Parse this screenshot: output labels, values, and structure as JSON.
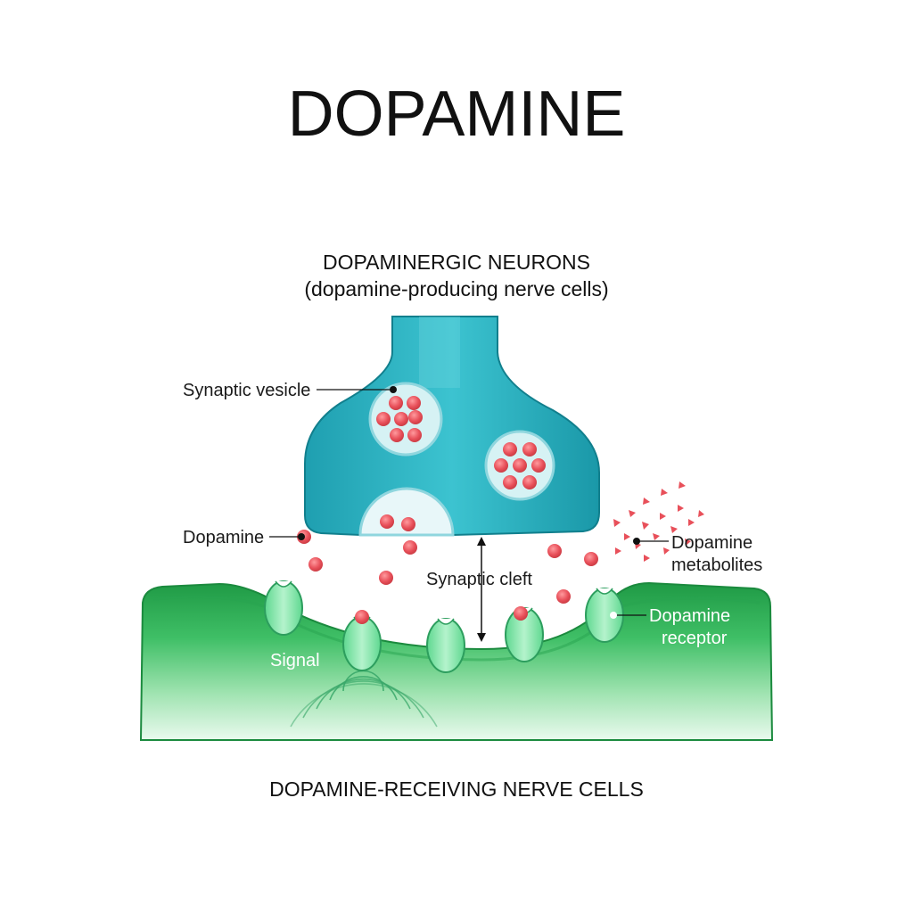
{
  "title": "DOPAMINE",
  "top_heading": "DOPAMINERGIC NEURONS",
  "top_subheading": "(dopamine-producing nerve cells)",
  "bottom_heading": "DOPAMINE-RECEIVING NERVE CELLS",
  "labels": {
    "synaptic_vesicle": "Synaptic vesicle",
    "dopamine": "Dopamine",
    "synaptic_cleft": "Synaptic cleft",
    "metabolites_line1": "Dopamine",
    "metabolites_line2": "metabolites",
    "receptor_line1": "Dopamine",
    "receptor_line2": "receptor",
    "signal": "Signal"
  },
  "colors": {
    "neuron_teal": "#2db3c2",
    "neuron_teal_dark": "#1696a6",
    "receiving_green": "#35b55c",
    "receiving_green_light": "#c9f0d0",
    "receptor_green": "#8eeab0",
    "dopamine_red": "#e8505a"
  }
}
